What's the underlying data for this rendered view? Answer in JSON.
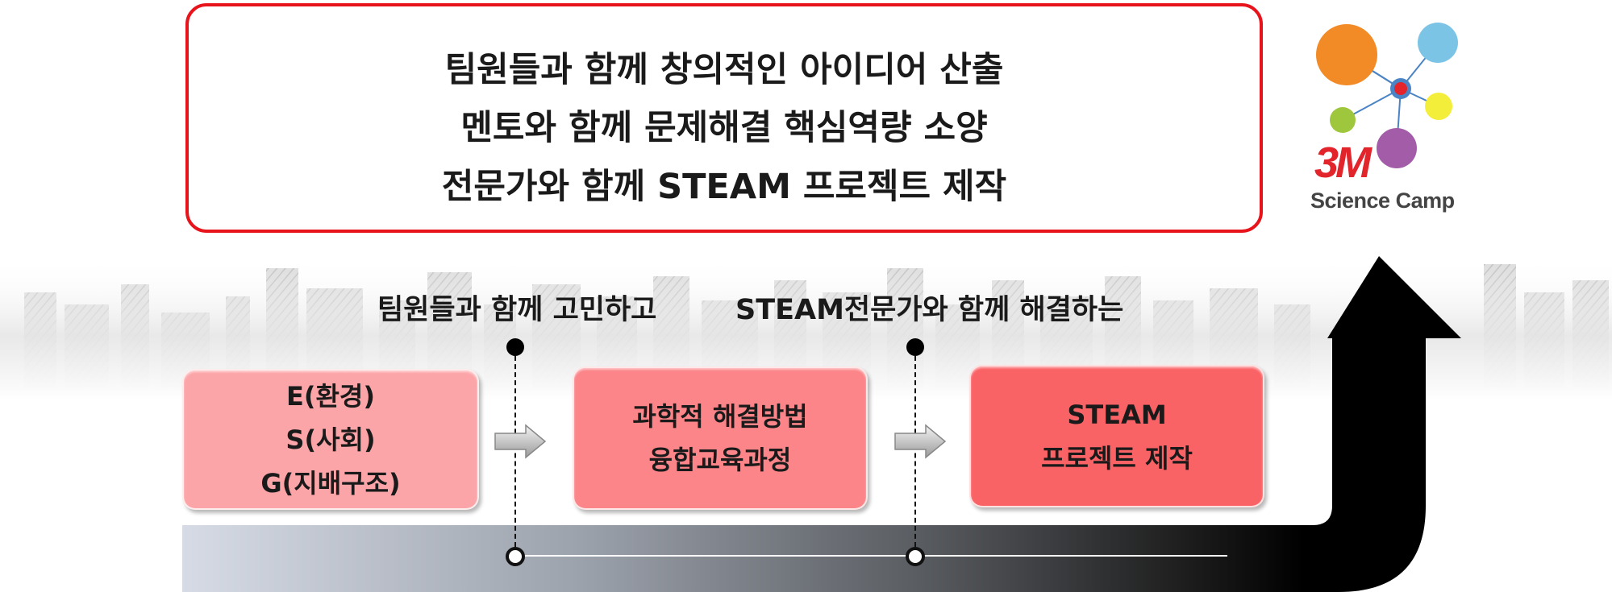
{
  "goals": [
    "팀원들과 함께 창의적인 아이디어 산출",
    "멘토와 함께 문제해결 핵심역량 소양",
    "전문가와 함께 STEAM 프로젝트 제작"
  ],
  "logo": {
    "brand": "3M",
    "name": "Science Camp",
    "colors": [
      "#f28a25",
      "#7cc4e6",
      "#f3ee3a",
      "#9ec73d",
      "#a35ca8",
      "#e4232b"
    ]
  },
  "captions": {
    "first": "팀원들과 함께 고민하고",
    "second": "STEAM전문가와 함께 해결하는"
  },
  "stages": [
    {
      "lines": [
        "E(환경)",
        "S(사회)",
        "G(지배구조)"
      ],
      "color": "#fca5a8"
    },
    {
      "lines": [
        "과학적 해결방법",
        "융합교육과정"
      ],
      "color": "#fb8589"
    },
    {
      "lines": [
        "STEAM",
        "프로젝트 제작"
      ],
      "color": "#fa6366"
    }
  ],
  "accent_color": "#e8141c"
}
